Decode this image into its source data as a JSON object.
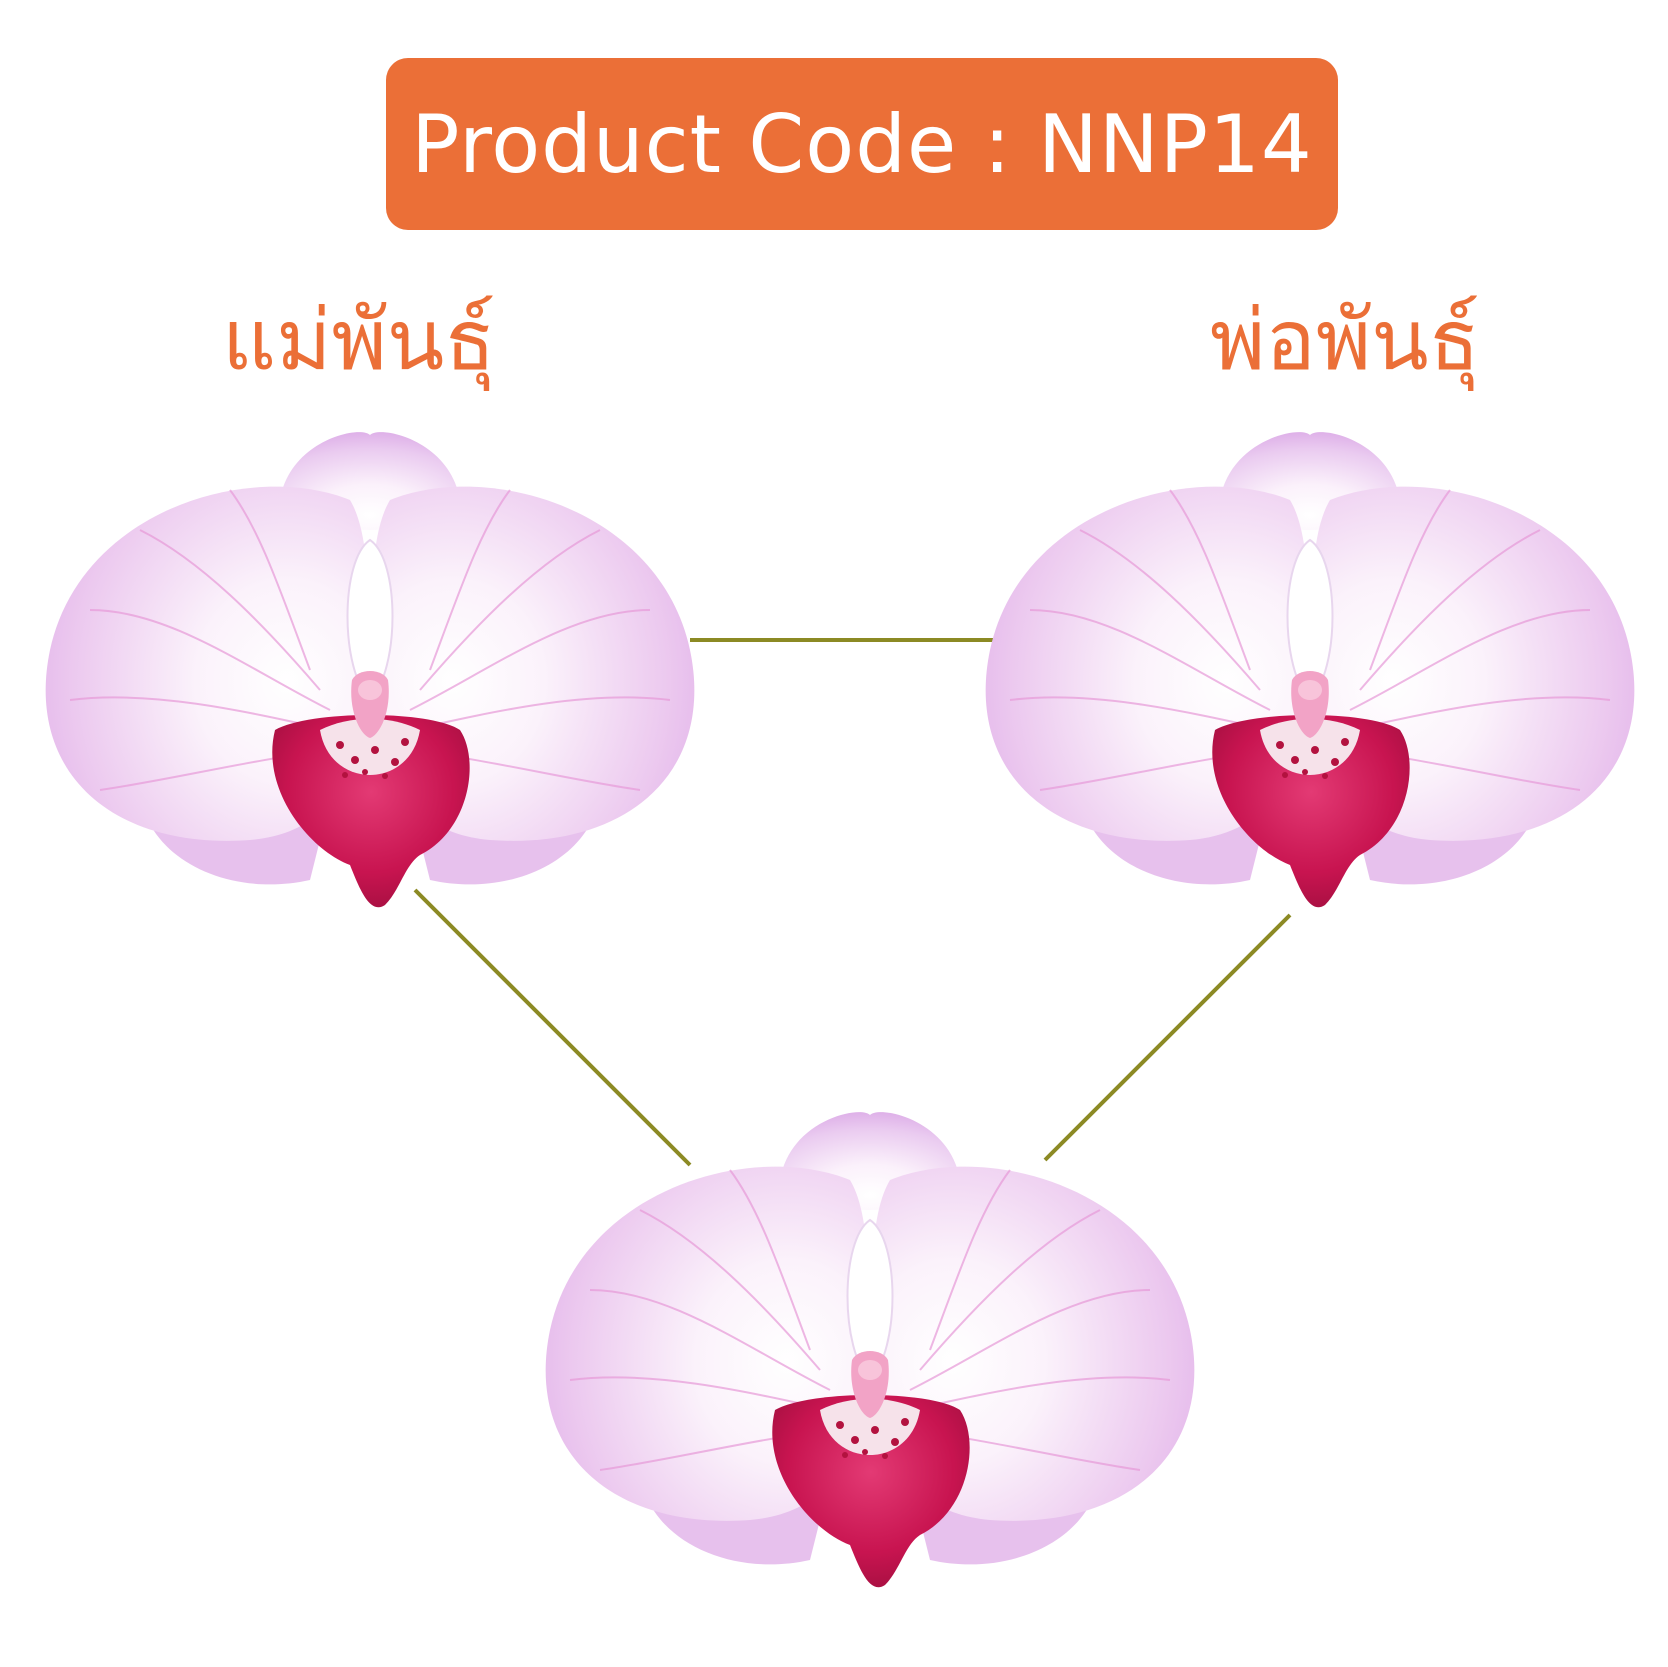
{
  "header": {
    "product_code_text": "Product Code : NNP14"
  },
  "labels": {
    "mother": "แม่พันธุ์",
    "father": "พ่อพันธุ์"
  },
  "colors": {
    "banner_bg": "#EB6F37",
    "banner_text": "#FFFFFF",
    "label_text": "#EB6F37",
    "connector": "#8C8A24",
    "petal_light": "#F7EEF9",
    "petal_mid": "#E8BDEE",
    "petal_vein": "#E79AD8",
    "lip": "#C81450",
    "lip_dark": "#9B0E3C",
    "column": "#F2A3C6"
  },
  "flowers": [
    {
      "role": "mother-flower",
      "icon": "orchid-flower-icon"
    },
    {
      "role": "father-flower",
      "icon": "orchid-flower-icon"
    },
    {
      "role": "offspring-flower",
      "icon": "orchid-flower-icon"
    }
  ]
}
